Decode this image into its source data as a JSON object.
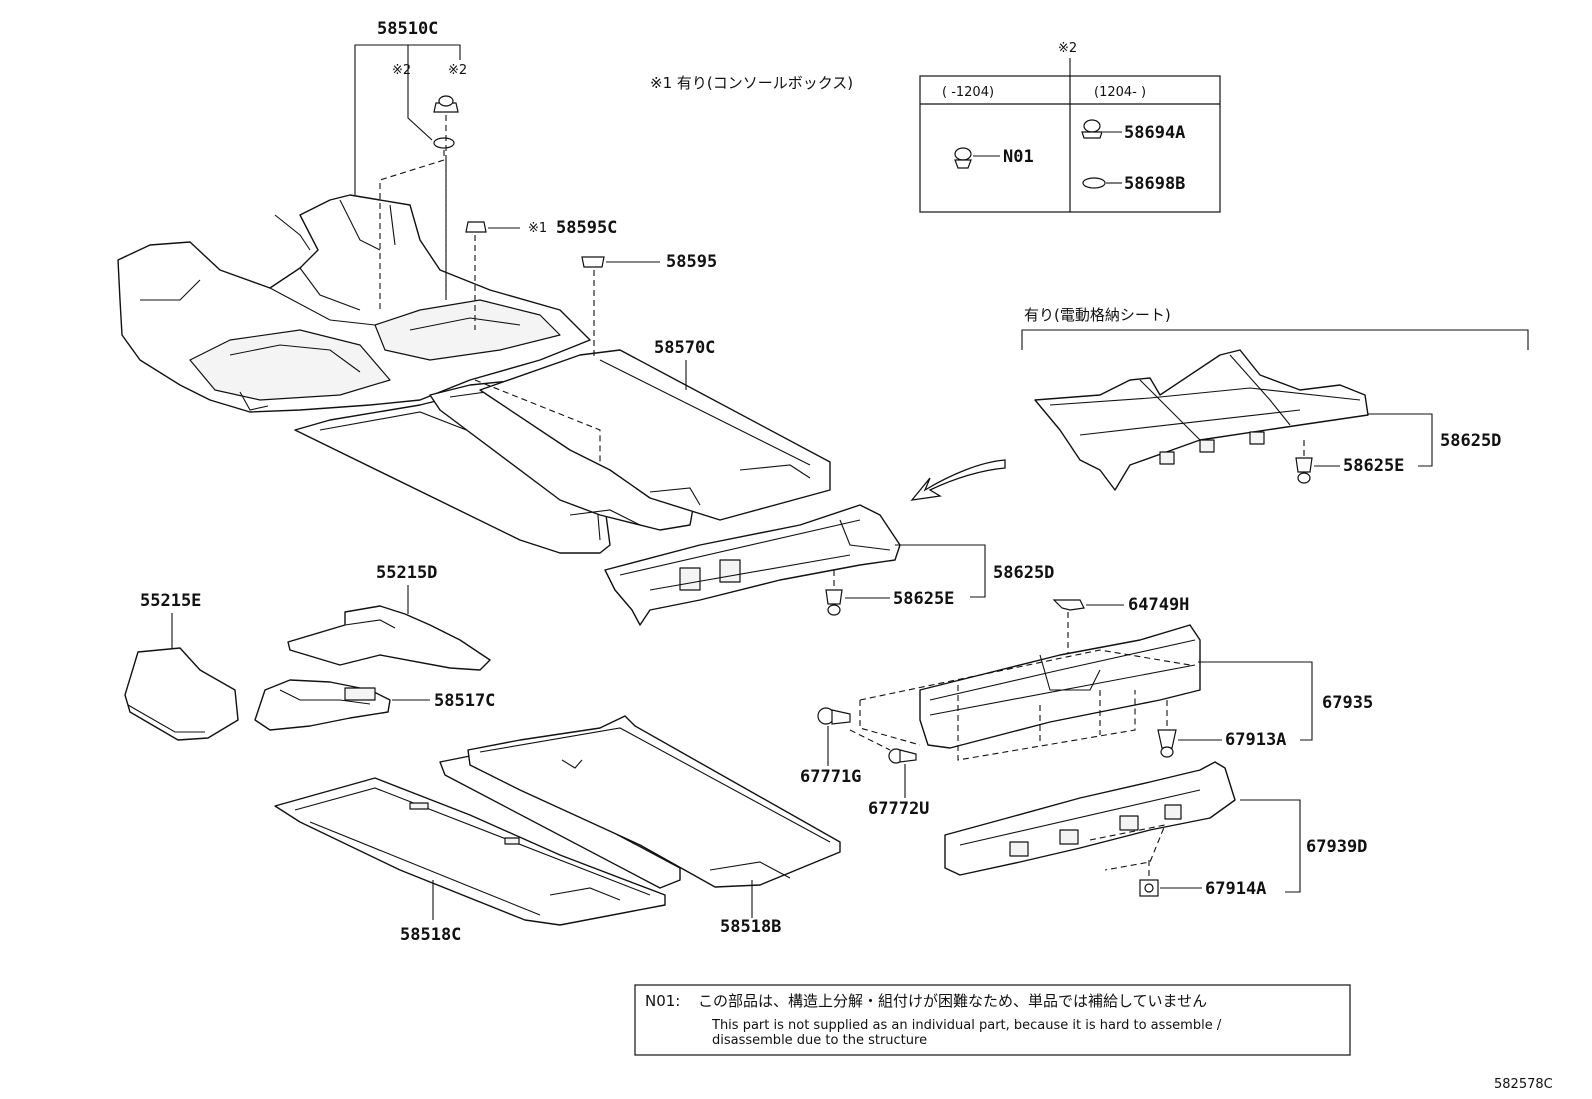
{
  "labels": {
    "p58510C": "58510C",
    "p58595C": "58595C",
    "p58595": "58595",
    "p58570C": "58570C",
    "p58625D_a": "58625D",
    "p58625E_a": "58625E",
    "p58625D_b": "58625D",
    "p58625E_b": "58625E",
    "p55215D": "55215D",
    "p55215E": "55215E",
    "p58517C": "58517C",
    "p64749H": "64749H",
    "p67935": "67935",
    "p67913A": "67913A",
    "p67771G": "67771G",
    "p67772U": "67772U",
    "p67939D": "67939D",
    "p67914A": "67914A",
    "p58518C": "58518C",
    "p58518B": "58518B",
    "p58694A": "58694A",
    "p58698B": "58698B",
    "pN01": "N01"
  },
  "marks": {
    "ref2_a": "※2",
    "ref2_b": "※2",
    "ref2_table": "※2",
    "ref1": "※1"
  },
  "notes": {
    "console_box": "※1 有り(コンソールボックス)",
    "power_seat": "有り(電動格納シート)"
  },
  "table": {
    "col1_header": "(      -1204)",
    "col2_header": "(1204-      )"
  },
  "footnote": {
    "code": "N01:",
    "jp": "この部品は、構造上分解・組付けが困難なため、単品では補給していません",
    "en_line1": "This part is not supplied as an individual part, because it is hard to assemble /",
    "en_line2": "disassemble due to the structure"
  },
  "diagram_id": "582578C"
}
